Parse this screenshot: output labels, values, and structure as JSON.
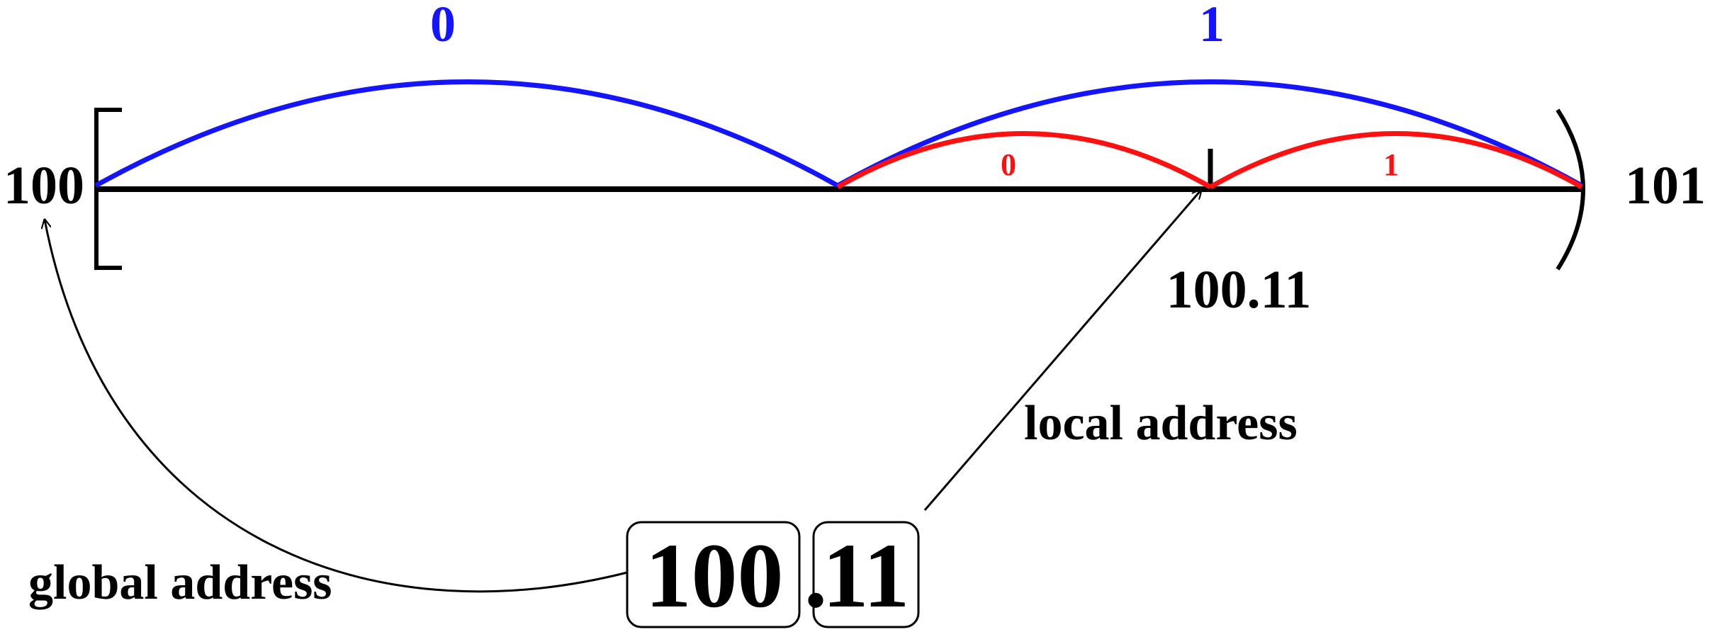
{
  "interval": {
    "left_endpoint": "100",
    "right_endpoint": "101",
    "midpoint_label": "100.11"
  },
  "first_level": {
    "color": "#1414ff",
    "left_bit": "0",
    "right_bit": "1"
  },
  "second_level": {
    "color": "#ff1010",
    "left_bit": "0",
    "right_bit": "1"
  },
  "annotations": {
    "local_address": "local address",
    "global_address": "global address"
  },
  "address_box": {
    "global_part": "100",
    "separator": ".",
    "local_part": "11"
  }
}
